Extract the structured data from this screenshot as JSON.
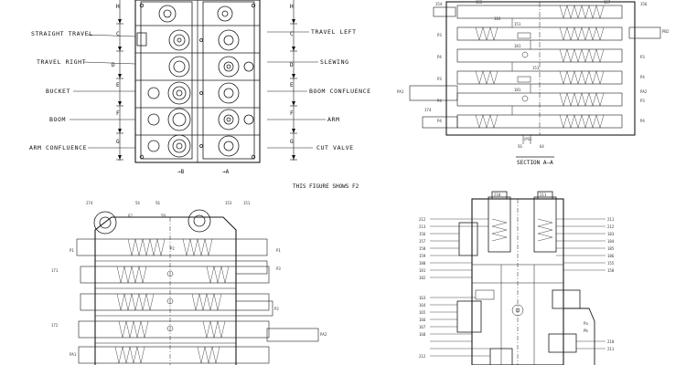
{
  "sheet": {
    "caption": "THIS FIGURE SHOWS  F2",
    "section_aa": "SECTION  A—A"
  },
  "front_view": {
    "left_labels": [
      "STRAIGHT TRAVEL",
      "TRAVEL RIGHT",
      "BUCKET",
      "BOOM",
      "ARM  CONFLUENCE"
    ],
    "right_labels": [
      "TRAVEL LEFT",
      "SLEWING",
      "BOOM CONFLUENCE",
      "ARM",
      "CUT VALVE"
    ],
    "dim_letters_left": [
      "H",
      "C",
      "D",
      "E",
      "F",
      "G"
    ],
    "dim_letters_right": [
      "H",
      "C",
      "D",
      "E",
      "F",
      "G"
    ],
    "arrows": [
      "→B",
      "→A"
    ]
  },
  "callouts": {
    "top_right": [
      "154",
      "155",
      "157",
      "156",
      "P3",
      "P4",
      "P3",
      "P4",
      "151",
      "181",
      "181",
      "P3",
      "P4",
      "P3",
      "P4",
      "PA1",
      "PA2",
      "103",
      "PB2",
      "P4",
      "174",
      "151",
      "56",
      "64",
      "(PS)"
    ],
    "bottom_left": [
      "274",
      "62",
      "54",
      "56",
      "59",
      "153",
      "151",
      "P1",
      "P1",
      "P2",
      "171",
      "P3",
      "172",
      "PA2",
      "PA1",
      "P2"
    ],
    "bottom_right": [
      "210",
      "211",
      "212",
      "213",
      "211",
      "212",
      "156",
      "157",
      "158",
      "159",
      "180",
      "181",
      "182",
      "183",
      "184",
      "185",
      "186",
      "163",
      "164",
      "165",
      "166",
      "167",
      "168",
      "155",
      "158",
      "Pa",
      "Pb",
      "210",
      "211",
      "212"
    ]
  }
}
